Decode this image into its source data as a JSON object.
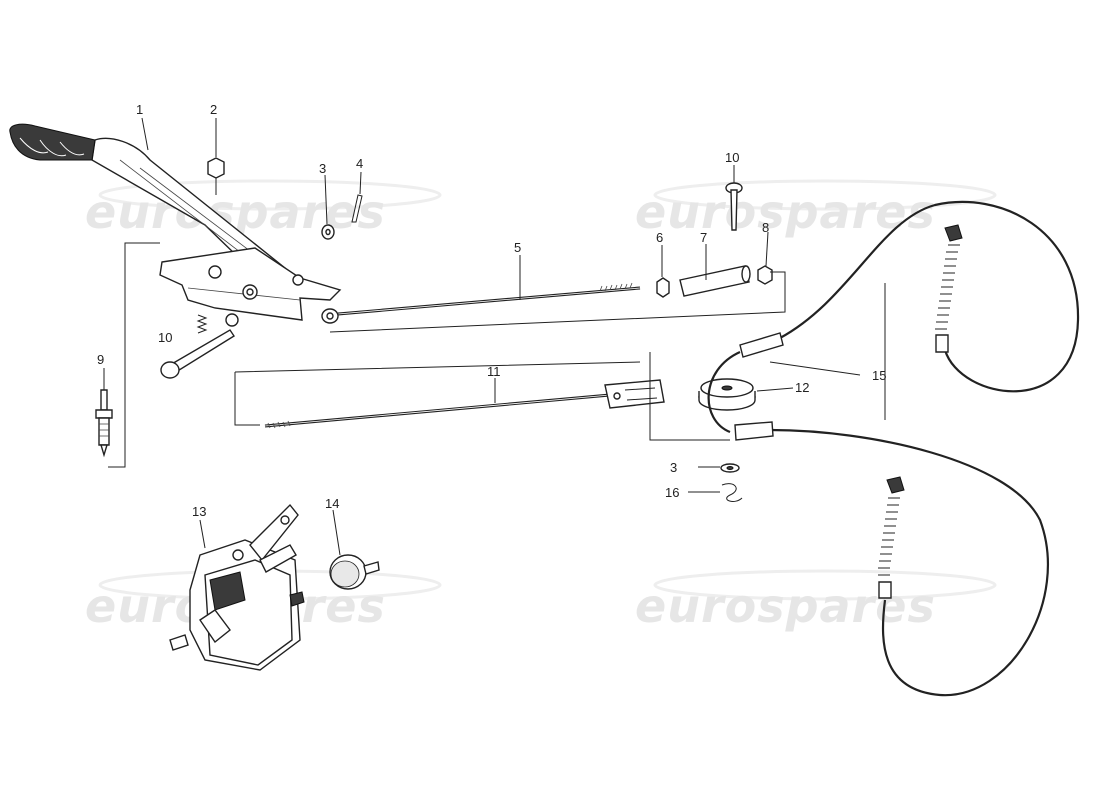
{
  "watermark": {
    "text": "eurospares",
    "color": "#e6e6e6"
  },
  "diagram": {
    "line_color": "#222222",
    "callouts": [
      {
        "id": "c1",
        "label": "1"
      },
      {
        "id": "c2",
        "label": "2"
      },
      {
        "id": "c3a",
        "label": "3"
      },
      {
        "id": "c4",
        "label": "4"
      },
      {
        "id": "c5",
        "label": "5"
      },
      {
        "id": "c6",
        "label": "6"
      },
      {
        "id": "c7",
        "label": "7"
      },
      {
        "id": "c8",
        "label": "8"
      },
      {
        "id": "c9",
        "label": "9"
      },
      {
        "id": "c10a",
        "label": "10"
      },
      {
        "id": "c10b",
        "label": "10"
      },
      {
        "id": "c11",
        "label": "11"
      },
      {
        "id": "c12",
        "label": "12"
      },
      {
        "id": "c13",
        "label": "13"
      },
      {
        "id": "c14",
        "label": "14"
      },
      {
        "id": "c15",
        "label": "15"
      },
      {
        "id": "c3b",
        "label": "3"
      },
      {
        "id": "c16",
        "label": "16"
      }
    ]
  }
}
